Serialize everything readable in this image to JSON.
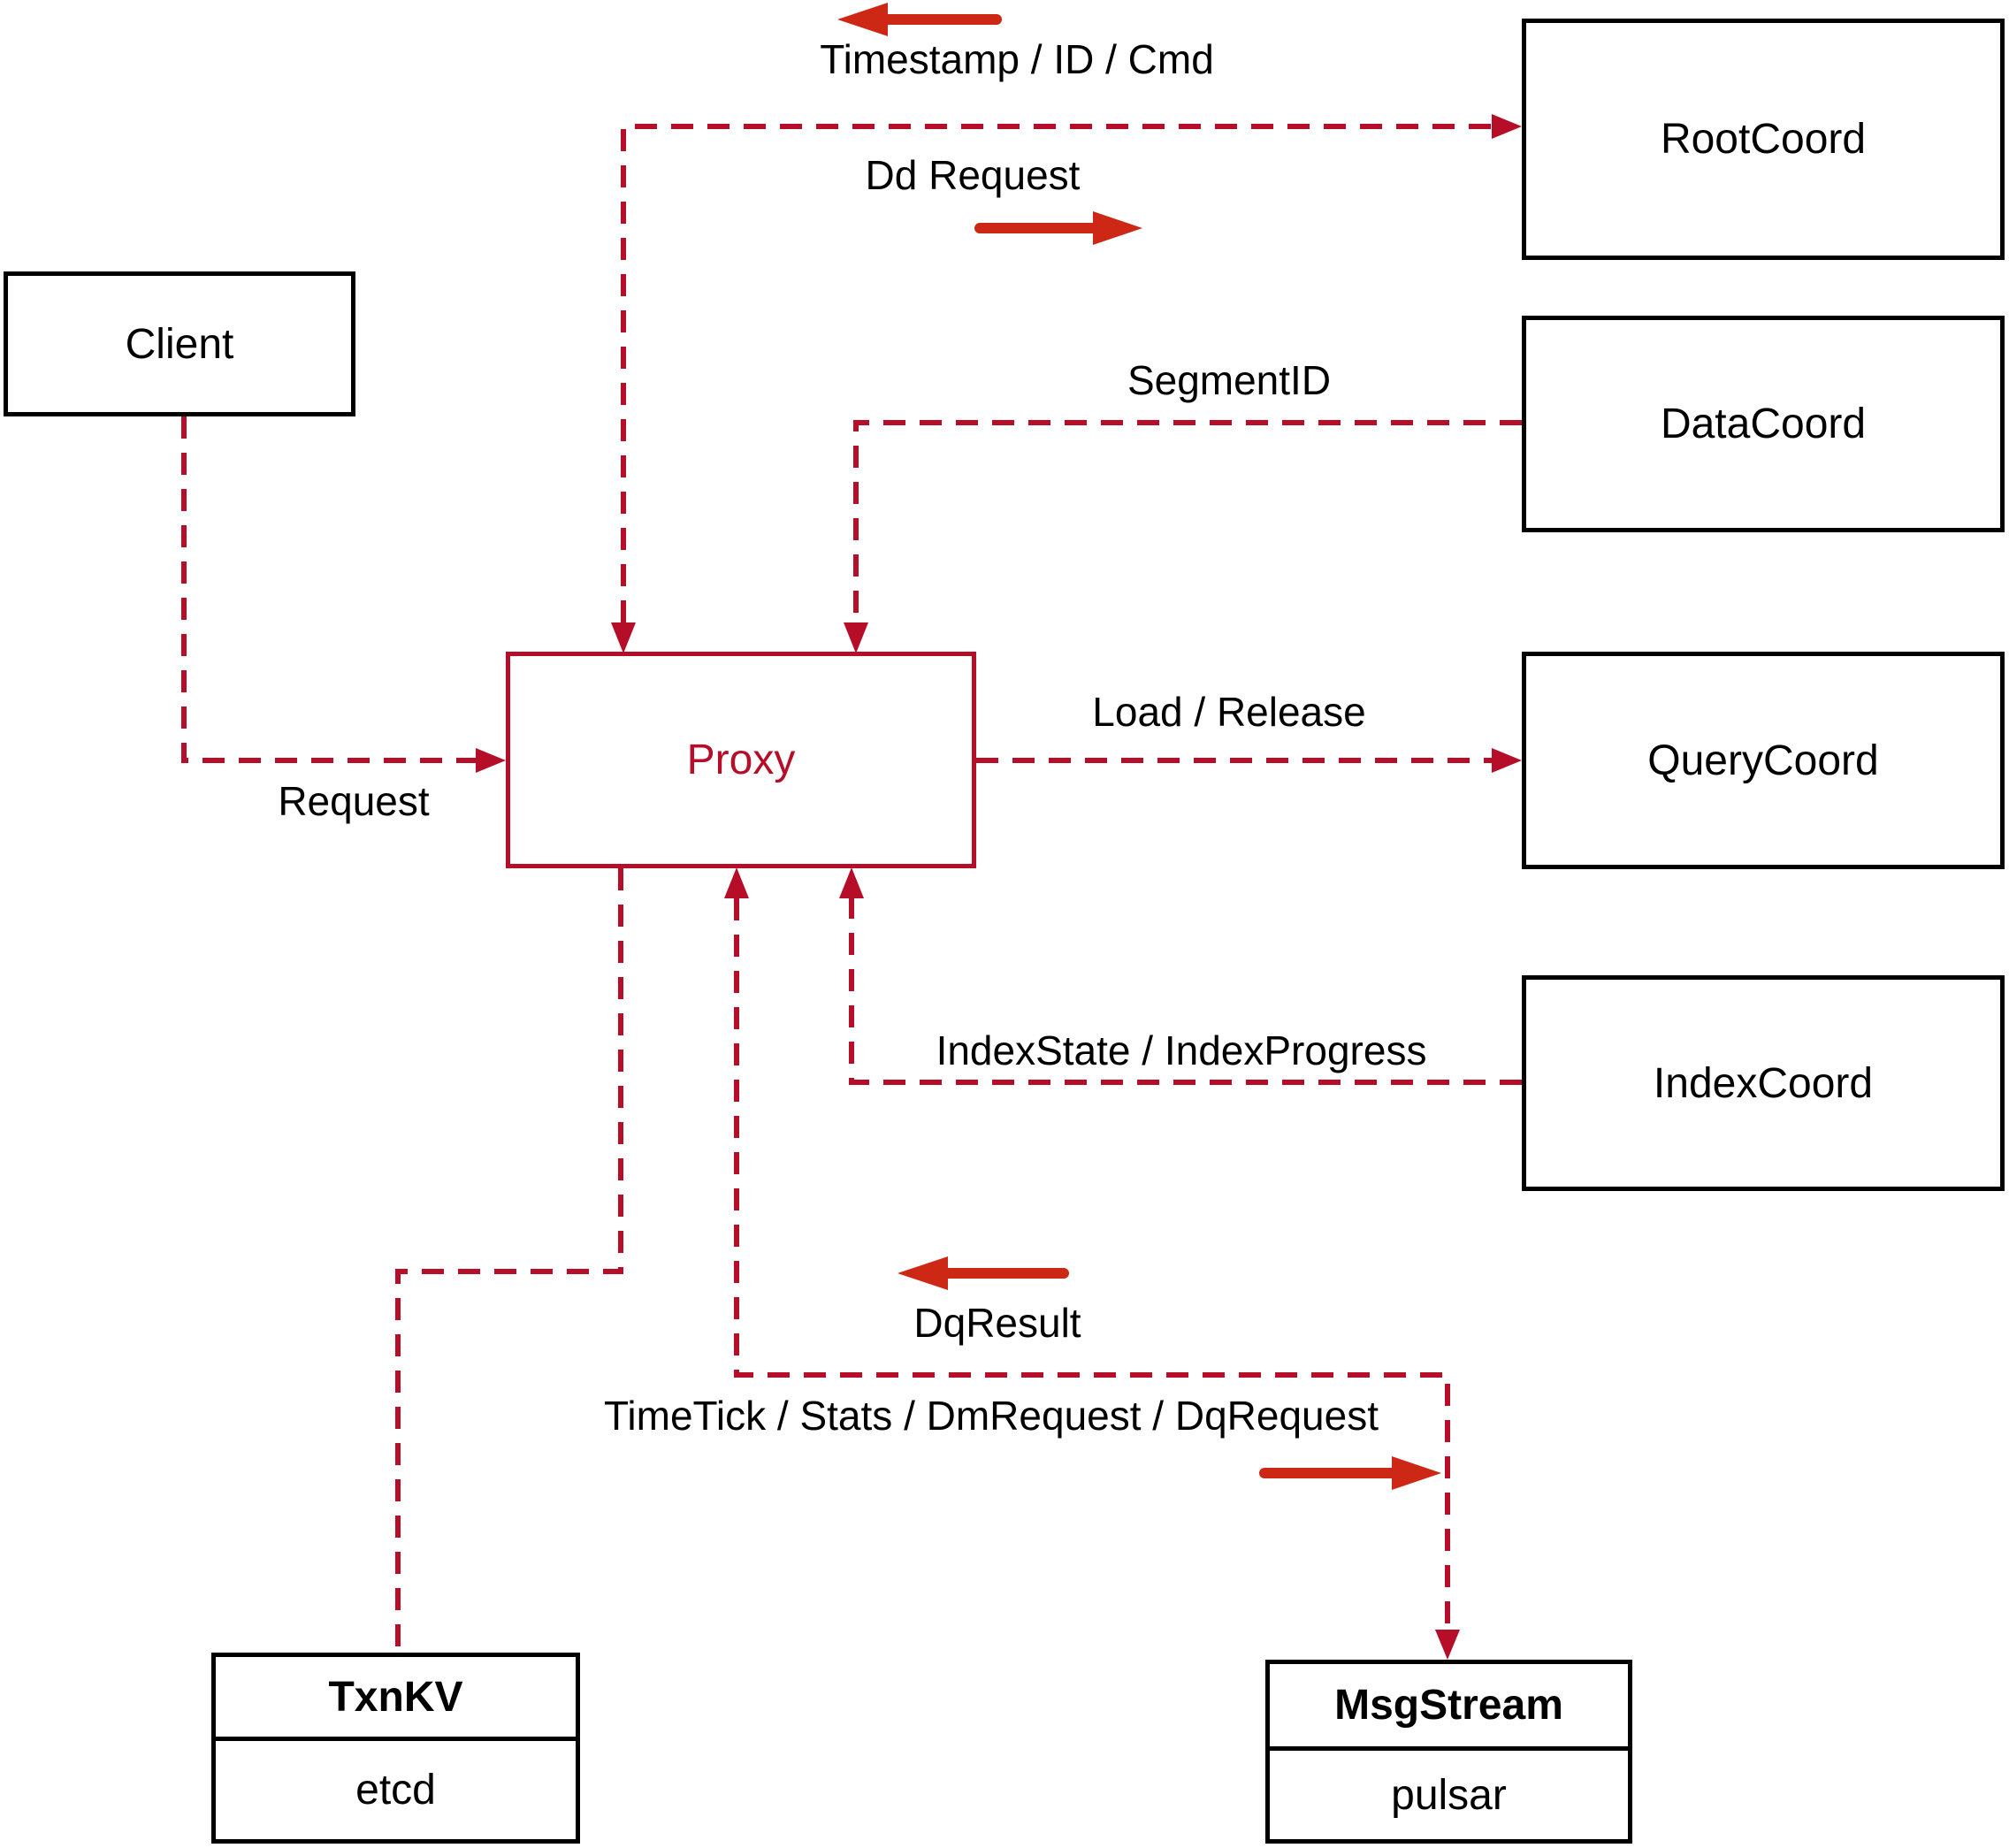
{
  "colors": {
    "connector_red": "#b60d28",
    "arrow_red": "#cc2815",
    "box_border": "#000000",
    "text_color": "#000000",
    "canvas_bg": "#ffffff",
    "proxy_red": "#b60d28"
  },
  "nodes": {
    "client": {
      "label": "Client"
    },
    "proxy": {
      "label": "Proxy"
    },
    "root_coord": {
      "label": "RootCoord"
    },
    "data_coord": {
      "label": "DataCoord"
    },
    "query_coord": {
      "label": "QueryCoord"
    },
    "index_coord": {
      "label": "IndexCoord"
    },
    "txn_kv": {
      "title": "TxnKV",
      "implementation": "etcd"
    },
    "msg_stream": {
      "title": "MsgStream",
      "implementation": "pulsar"
    }
  },
  "edge_labels": {
    "timestamp_id_cmd": "Timestamp / ID / Cmd",
    "dd_request": "Dd Request",
    "segment_id": "SegmentID",
    "load_release": "Load / Release",
    "index_state_progress": "IndexState / IndexProgress",
    "dq_result": "DqResult",
    "time_tick_stats": "TimeTick / Stats / DmRequest / DqRequest",
    "request": "Request"
  }
}
